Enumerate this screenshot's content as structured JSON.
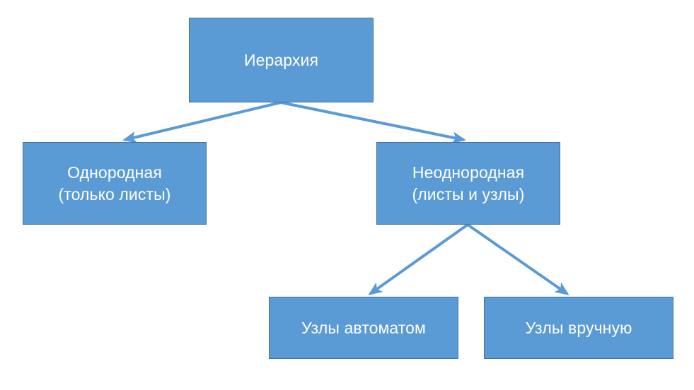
{
  "diagram": {
    "title": "Иерархия",
    "colors": {
      "node_fill": "#5B9BD5",
      "node_border": "#41719C",
      "node_text": "#FFFFFF",
      "connector": "#5B9BD5",
      "background": "#FFFFFF"
    },
    "nodes": [
      {
        "id": "root",
        "label_line1": "Иерархия",
        "label_line2": ""
      },
      {
        "id": "homogeneous",
        "label_line1": "Однородная",
        "label_line2": "(только листы)"
      },
      {
        "id": "heterogeneous",
        "label_line1": "Неоднородная",
        "label_line2": "(листы и узлы)"
      },
      {
        "id": "nodes-automatic",
        "label_line1": "Узлы автоматом",
        "label_line2": ""
      },
      {
        "id": "nodes-manual",
        "label_line1": "Узлы вручную",
        "label_line2": ""
      }
    ],
    "connectors": [
      {
        "id": "root-to-homogeneous",
        "from": "root",
        "to": "homogeneous",
        "arrowhead": true
      },
      {
        "id": "root-to-heterogeneous",
        "from": "root",
        "to": "heterogeneous",
        "arrowhead": true
      },
      {
        "id": "heterogeneous-to-automatic",
        "from": "heterogeneous",
        "to": "nodes-automatic",
        "arrowhead": true
      },
      {
        "id": "heterogeneous-to-manual",
        "from": "heterogeneous",
        "to": "nodes-manual",
        "arrowhead": true
      }
    ]
  }
}
